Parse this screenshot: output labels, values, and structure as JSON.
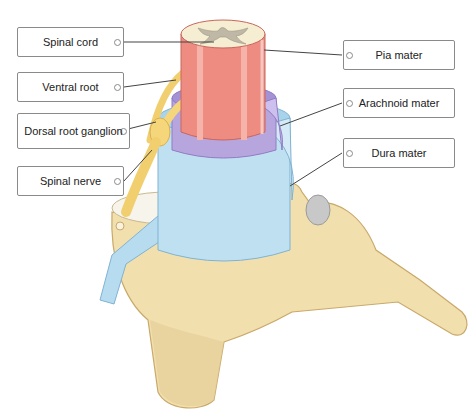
{
  "diagram": {
    "nodes": [
      {
        "text": [
          "Spinal cord"
        ]
      },
      {
        "text": [
          "Pia mater"
        ]
      },
      {
        "text": [
          "Ventral root"
        ]
      },
      {
        "text": [
          "Arachnoid mater"
        ]
      },
      {
        "text": [
          "Dorsal root ganglion"
        ]
      },
      {
        "text": [
          "Dura mater"
        ]
      },
      {
        "text": [
          "Spinal nerve"
        ]
      }
    ]
  }
}
